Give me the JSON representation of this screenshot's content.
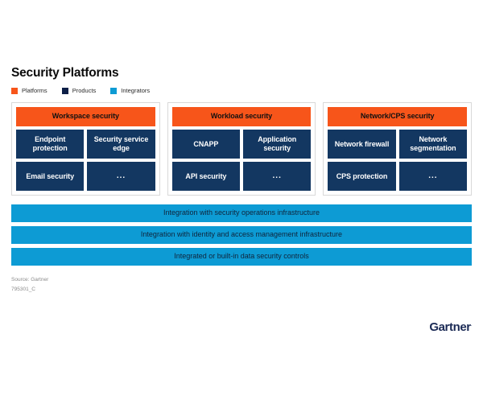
{
  "page": {
    "title": "Security Platforms"
  },
  "legend": {
    "items": [
      {
        "label": "Platforms",
        "color": "#f7551a"
      },
      {
        "label": "Products",
        "color": "#0c1f47"
      },
      {
        "label": "Integrators",
        "color": "#0d9bd4"
      }
    ]
  },
  "columns": [
    {
      "header": "Workspace security",
      "cells": [
        [
          "Endpoint protection",
          "Security service edge"
        ],
        [
          "Email security",
          "..."
        ]
      ]
    },
    {
      "header": "Workload security",
      "cells": [
        [
          "CNAPP",
          "Application security"
        ],
        [
          "API security",
          "..."
        ]
      ]
    },
    {
      "header": "Network/CPS security",
      "cells": [
        [
          "Network firewall",
          "Network segmentation"
        ],
        [
          "CPS protection",
          "..."
        ]
      ]
    }
  ],
  "bars": [
    "Integration with security operations infrastructure",
    "Integration with identity and access management infrastructure",
    "Integrated or built-in data security controls"
  ],
  "footer": {
    "source": "Source: Gartner",
    "id": "795301_C"
  },
  "brand": {
    "name": "Gartner",
    "mark": "."
  },
  "colors": {
    "platform_orange": "#f7551a",
    "product_navy": "#133761",
    "integrator_blue": "#0d9bd4",
    "brand_navy": "#1b2a55"
  }
}
